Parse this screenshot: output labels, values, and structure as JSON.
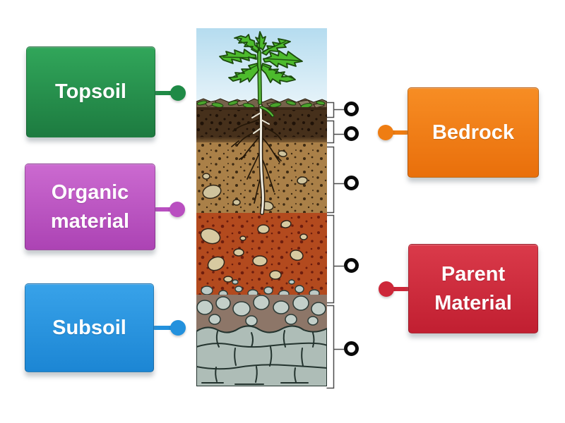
{
  "page": {
    "background": "#ffffff"
  },
  "labels": [
    {
      "id": "topsoil",
      "text": "Topsoil",
      "color": "#2d9e50",
      "text_color": "#ffffff",
      "side": "left"
    },
    {
      "id": "organic-material",
      "text": "Organic material",
      "color": "#c45fc8",
      "text_color": "#ffffff",
      "side": "left"
    },
    {
      "id": "subsoil",
      "text": "Subsoil",
      "color": "#2e9ce5",
      "text_color": "#ffffff",
      "side": "left"
    },
    {
      "id": "bedrock",
      "text": "Bedrock",
      "color": "#f07f1a",
      "text_color": "#ffffff",
      "side": "right"
    },
    {
      "id": "parent-material",
      "text": "Parent Material",
      "color": "#d42b39",
      "text_color": "#ffffff",
      "side": "right"
    }
  ],
  "targets": {
    "count": 5,
    "marker_icon": "ring-icon",
    "ring_color": "#0a0a0a",
    "bracket_color": "#4d4d4d"
  },
  "illustration": {
    "subject": "soil profile cross-section with plant and roots",
    "layer_colors": {
      "sky": "#b5dcef",
      "organic_litter": "#75624b",
      "topsoil_dark": "#46301b",
      "subsoil_tan": "#aa8048",
      "stony_red": "#b34a1e",
      "weathered_gray": "#8d7668",
      "bedrock_gray": "#aebdb7"
    }
  }
}
